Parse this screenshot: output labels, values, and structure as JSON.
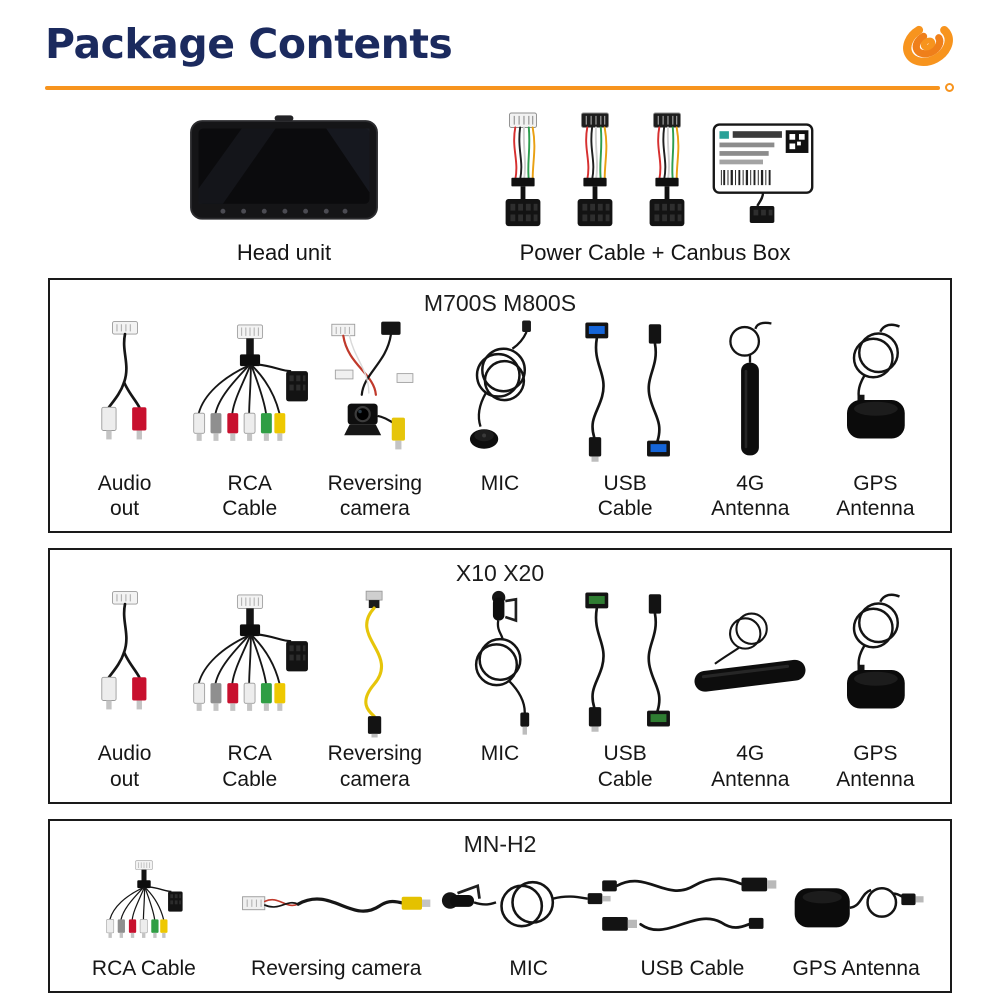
{
  "header": {
    "title": "Package Contents",
    "logo_icon": "orange-swirl-logo"
  },
  "colors": {
    "accent_orange": "#f7941e",
    "title_navy": "#1b2a5e",
    "box_border": "#1a1a1a"
  },
  "top_items": [
    {
      "label": "Head unit",
      "icon": "head-unit-icon"
    },
    {
      "label": "Power Cable + Canbus Box",
      "icon": "power-cable-canbus-icon"
    }
  ],
  "sections": [
    {
      "title": "M700S M800S",
      "items": [
        {
          "label": "Audio out",
          "icon": "audio-out-icon"
        },
        {
          "label": "RCA Cable",
          "icon": "rca-cable-icon"
        },
        {
          "label": "Reversing camera",
          "icon": "reversing-camera-icon"
        },
        {
          "label": "MIC",
          "icon": "mic-icon"
        },
        {
          "label": "USB Cable",
          "icon": "usb-cable-icon"
        },
        {
          "label": "4G Antenna",
          "icon": "4g-antenna-icon"
        },
        {
          "label": "GPS Antenna",
          "icon": "gps-antenna-icon"
        }
      ]
    },
    {
      "title": "X10 X20",
      "items": [
        {
          "label": "Audio out",
          "icon": "audio-out-icon"
        },
        {
          "label": "RCA Cable",
          "icon": "rca-cable-icon"
        },
        {
          "label": "Reversing camera",
          "icon": "reversing-camera-icon"
        },
        {
          "label": "MIC",
          "icon": "mic-icon"
        },
        {
          "label": "USB Cable",
          "icon": "usb-cable-icon"
        },
        {
          "label": "4G Antenna",
          "icon": "4g-antenna-icon"
        },
        {
          "label": "GPS Antenna",
          "icon": "gps-antenna-icon"
        }
      ]
    },
    {
      "title": "MN-H2",
      "items": [
        {
          "label": "RCA Cable",
          "icon": "rca-cable-icon"
        },
        {
          "label": "Reversing camera",
          "icon": "reversing-camera-icon"
        },
        {
          "label": "MIC",
          "icon": "mic-icon"
        },
        {
          "label": "USB Cable",
          "icon": "usb-cable-icon"
        },
        {
          "label": "GPS Antenna",
          "icon": "gps-antenna-icon"
        }
      ]
    }
  ]
}
